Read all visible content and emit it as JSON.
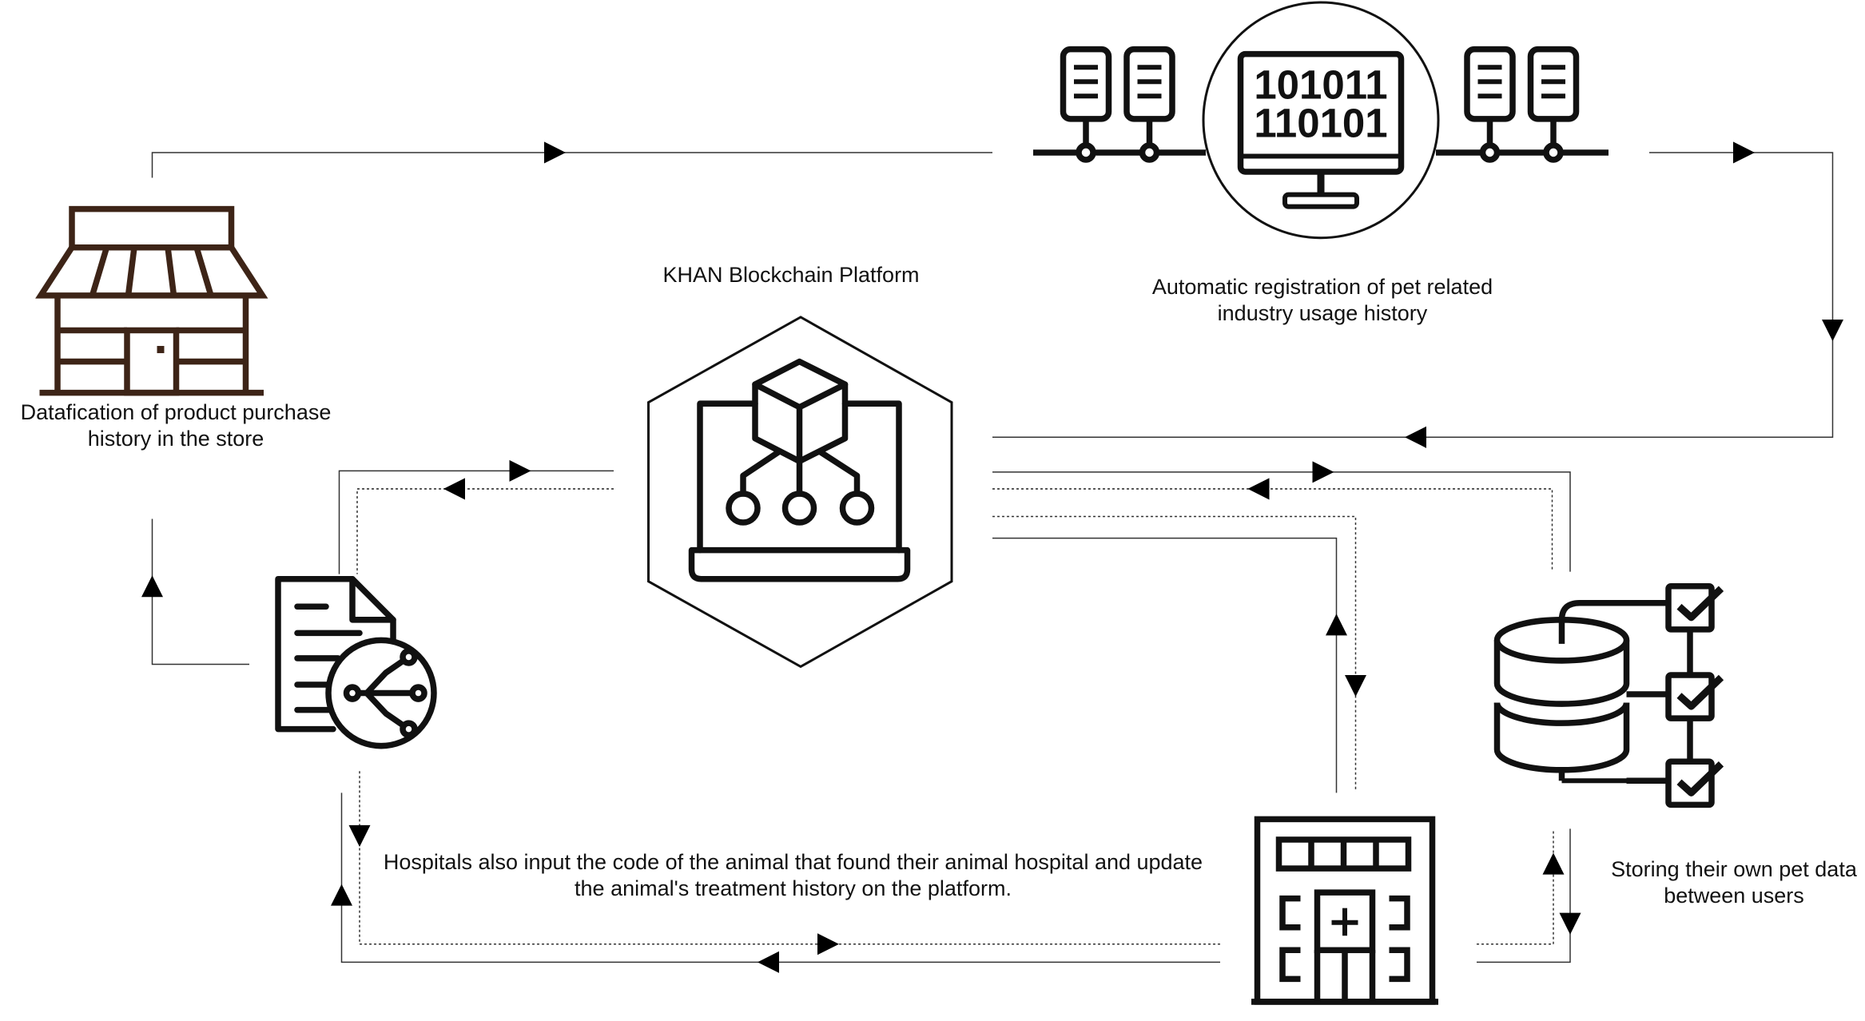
{
  "diagram": {
    "platform_title": "KHAN Blockchain Platform",
    "store_caption": [
      "Datafication of product purchase",
      "history in the store"
    ],
    "registration_caption": [
      "Automatic registration of pet related",
      "industry usage history"
    ],
    "hospital_caption": [
      "Hospitals also input the code of the animal that found their animal hospital and update",
      "the animal's treatment history on the platform."
    ],
    "storage_caption": [
      "Storing their own pet data",
      "between users"
    ],
    "binary_text": [
      "101011",
      "110101"
    ]
  },
  "colors": {
    "store_brown": "#3d2417",
    "ink": "#111111",
    "line": "#333333",
    "arrow": "#000000"
  },
  "icons": [
    "store-icon",
    "server-network-icon",
    "monitor-binary-icon",
    "blockchain-platform-icon",
    "digital-document-icon",
    "database-checklist-icon",
    "hospital-icon"
  ]
}
